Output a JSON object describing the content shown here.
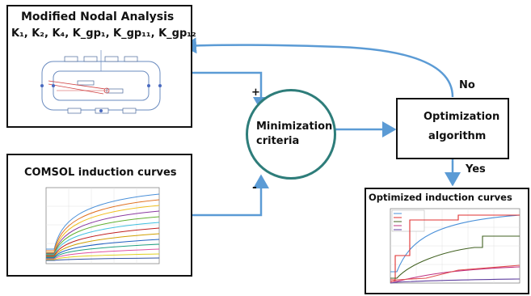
{
  "mna": {
    "title": "Modified Nodal Analysis",
    "params": "K₁, K₂, K₄, K_gp₁, K_gp₁₁, K_gp₁₂"
  },
  "comsol": {
    "title": "COMSOL induction curves"
  },
  "minimization": {
    "line1": "Minimization",
    "line2": "criteria"
  },
  "optimization": {
    "line1": "Optimization",
    "line2": "algorithm"
  },
  "optimized": {
    "title": "Optimized induction curves"
  },
  "arrows": {
    "plus": "+",
    "minus": "-",
    "no": "No",
    "yes": "Yes"
  },
  "colors": {
    "arrow": "#5b9bd5",
    "circle_border": "#2e7d7a"
  }
}
